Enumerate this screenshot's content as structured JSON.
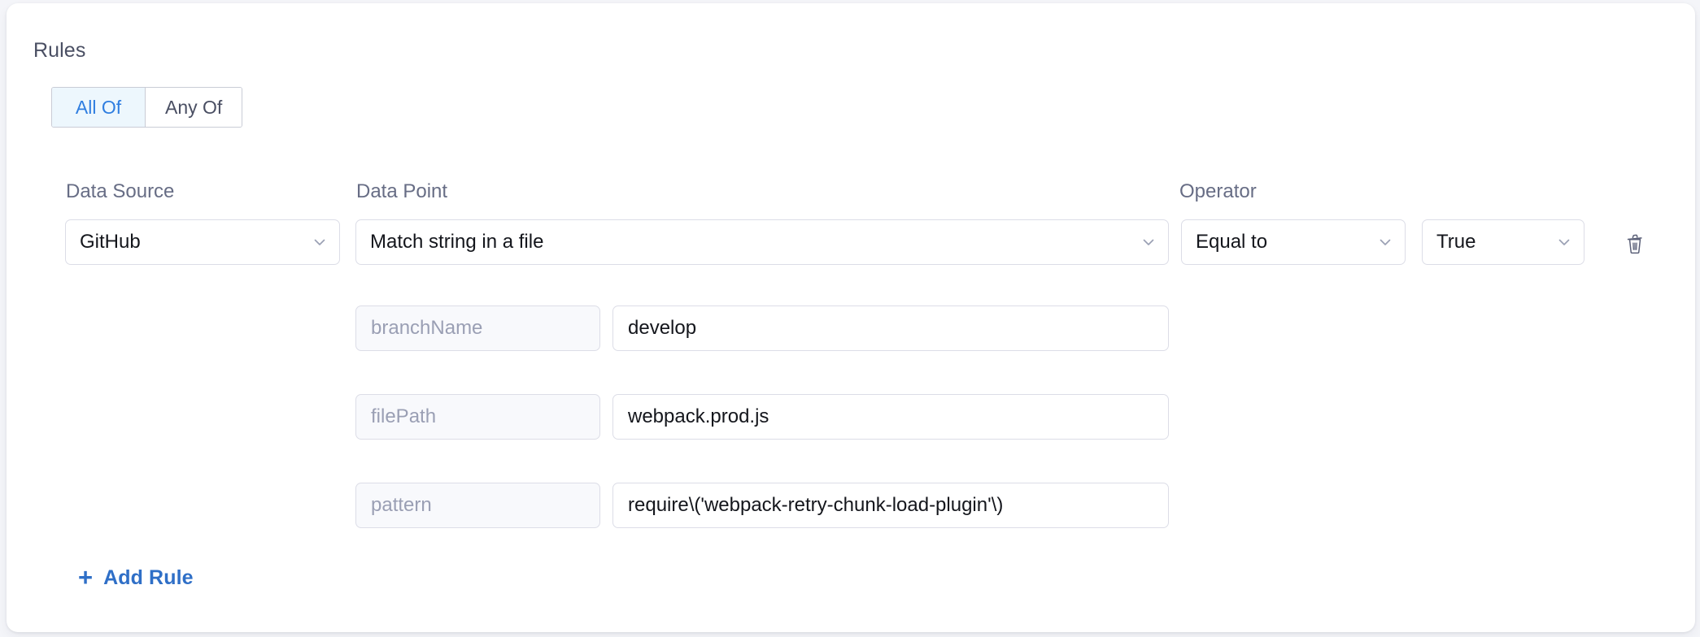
{
  "panel": {
    "title": "Rules"
  },
  "match_mode": {
    "options": [
      {
        "label": "All Of",
        "selected": true
      },
      {
        "label": "Any Of",
        "selected": false
      }
    ],
    "selected_color": "#2f7ee0",
    "selected_bg": "#edf7fd"
  },
  "columns": {
    "data_source_label": "Data Source",
    "data_point_label": "Data Point",
    "operator_label": "Operator"
  },
  "rule": {
    "data_source": "GitHub",
    "data_point": "Match string in a file",
    "operator": "Equal to",
    "boolean_value": "True",
    "delete_icon": "trash-icon",
    "chevron_icon": "chevron-down-icon",
    "params": [
      {
        "key": "branchName",
        "value": "develop"
      },
      {
        "key": "filePath",
        "value": "webpack.prod.js"
      },
      {
        "key": "pattern",
        "value": "require\\('webpack-retry-chunk-load-plugin'\\)"
      }
    ]
  },
  "actions": {
    "add_rule_label": "Add Rule",
    "add_rule_icon": "plus-icon",
    "add_rule_color": "#2f6fc7"
  }
}
